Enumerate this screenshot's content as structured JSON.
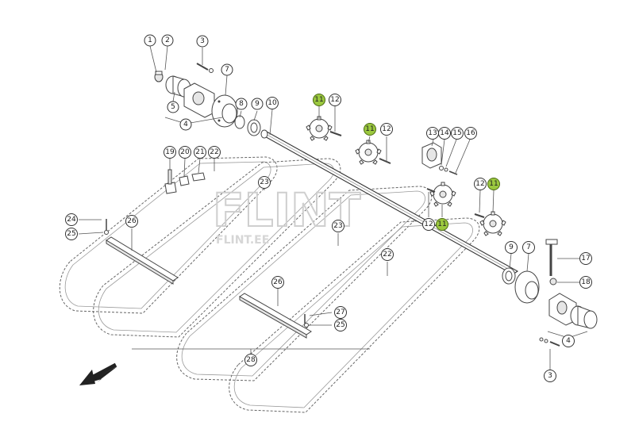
{
  "watermark": {
    "brand": "FLINT",
    "site": "FLINT.EE"
  },
  "callouts": {
    "c1": "1",
    "c2": "2",
    "c3a": "3",
    "c3b": "3",
    "c4a": "4",
    "c4b": "4",
    "c5": "5",
    "c7a": "7",
    "c7b": "7",
    "c8": "8",
    "c9a": "9",
    "c9b": "9",
    "c10": "10",
    "c11a": "11",
    "c11b": "11",
    "c11c": "11",
    "c11d": "11",
    "c12a": "12",
    "c12b": "12",
    "c12c": "12",
    "c12d": "12",
    "c13": "13",
    "c14": "14",
    "c15": "15",
    "c16": "16",
    "c17": "17",
    "c18": "18",
    "c19": "19",
    "c20": "20",
    "c21": "21",
    "c22a": "22",
    "c22b": "22",
    "c23a": "23",
    "c23b": "23",
    "c24": "24",
    "c25a": "25",
    "c25b": "25",
    "c26a": "26",
    "c26b": "26",
    "c27": "27",
    "c28": "28"
  },
  "colors": {
    "highlight": "#9bc83f",
    "line": "#333333"
  },
  "icons": {
    "direction": "direction-arrow-icon"
  }
}
